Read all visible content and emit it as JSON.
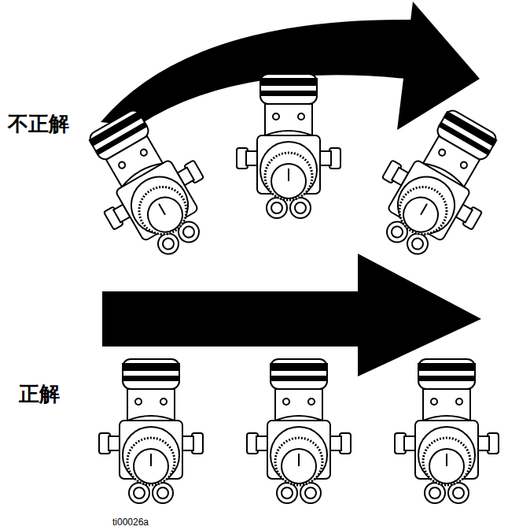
{
  "diagram": {
    "labels": [
      "不正解",
      "正解",
      "ti00026a"
    ]
  }
}
